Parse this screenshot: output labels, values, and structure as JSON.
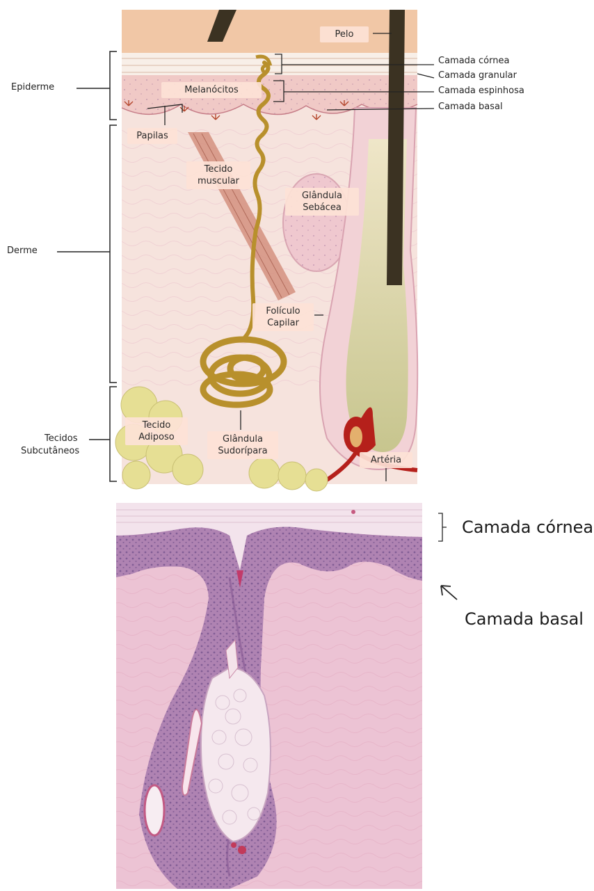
{
  "diagram": {
    "side_labels": {
      "epiderme": "Epiderme",
      "derme": "Derme",
      "subcutaneos_1": "Tecidos",
      "subcutaneos_2": "Subcutâneos"
    },
    "layer_labels": {
      "cornea": "Camada córnea",
      "granular": "Camada granular",
      "espinhosa": "Camada espinhosa",
      "basal": "Camada basal"
    },
    "structure_labels": {
      "pelo": "Pelo",
      "melanocitos": "Melanócitos",
      "papilas": "Papilas",
      "tecido_muscular_1": "Tecido",
      "tecido_muscular_2": "muscular",
      "glandula_sebacea_1": "Glândula",
      "glandula_sebacea_2": "Sebácea",
      "foliculo_1": "Folículo",
      "foliculo_2": "Capilar",
      "adiposo_1": "Tecido",
      "adiposo_2": "Adiposo",
      "sudoripara_1": "Glândula",
      "sudoripara_2": "Sudorípara",
      "arteria": "Artéria"
    },
    "colors": {
      "skin_bg": "#f6e2dc",
      "epidermis": "#f2cfc7",
      "hair": "#3b3222",
      "follicle": "#c9c596",
      "muscle": "#c98575",
      "gland": "#b8902c",
      "fat": "#e6df94",
      "artery": "#b5201b"
    }
  },
  "histology": {
    "label_cornea": "Camada córnea",
    "label_basal": "Camada basal",
    "colors": {
      "stain_light": "#ecc3d4",
      "stain_dark": "#8a5a95",
      "cornea": "#f3e3ec"
    }
  }
}
